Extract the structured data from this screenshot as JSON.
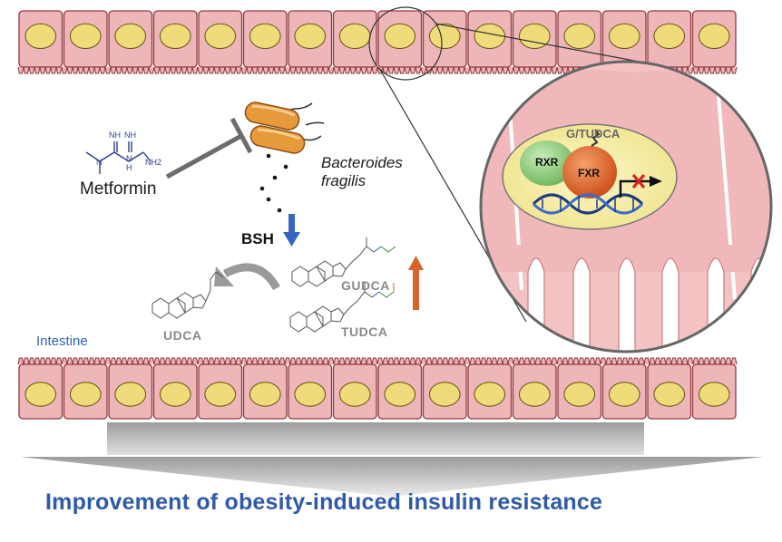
{
  "labels": {
    "metformin": "Metformin",
    "bacteria_line1": "Bacteroides",
    "bacteria_line2": "fragilis",
    "bsh": "BSH",
    "gudca": "GUDCA",
    "tudca": "TUDCA",
    "udca": "UDCA",
    "intestine": "Intestine",
    "ligand": "G/TUDCA",
    "rxr": "RXR",
    "fxr": "FXR",
    "conclusion": "Improvement of obesity-induced insulin resistance"
  },
  "molecule_atoms": {
    "nh_top_left": "NH",
    "nh_top_right": "NH",
    "n_left": "N",
    "h_under_n": "H",
    "n_right": "N",
    "nh2": "NH2"
  },
  "colors": {
    "cell_fill": "#efb6ba",
    "cell_stroke": "#8f3a3f",
    "nucleus_fill": "#efdb7a",
    "nucleus_stroke": "#6e5d19",
    "bacteria_fill": "#e69a3b",
    "down_arrow": "#3567c2",
    "up_arrow": "#d8632b",
    "fxr_fill": "#e2682a",
    "rxr_fill": "#8fcf7c",
    "inhibit_cross": "#e02020",
    "intestine_text": "#2e64b8",
    "footer_text": "#2f5aa8"
  },
  "icons": {
    "inhibition": "inhibition-bar-icon",
    "bsh_change": "down-arrow-icon",
    "bile_acid_change": "up-arrow-icon",
    "conversion": "curved-arrow-icon",
    "transcription_block": "blocked-transcription-icon"
  }
}
